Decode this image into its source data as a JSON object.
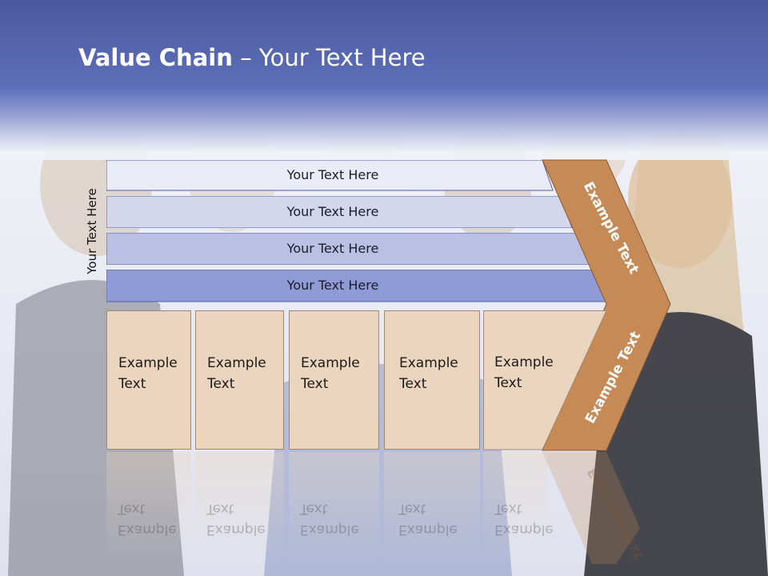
{
  "slide": {
    "title_bold": "Value Chain",
    "title_rest": " – Your Text Here",
    "side_label": "Your Text Here"
  },
  "bars": [
    {
      "label": "Your Text Here",
      "color": "#e9ebf6"
    },
    {
      "label": "Your Text Here",
      "color": "#d3d7ee"
    },
    {
      "label": "Your Text Here",
      "color": "#b9c0e4"
    },
    {
      "label": "Your Text Here",
      "color": "#8f9bd6"
    }
  ],
  "cells": [
    {
      "line1": "Example",
      "line2": "Text"
    },
    {
      "line1": "Example",
      "line2": "Text"
    },
    {
      "line1": "Example",
      "line2": "Text"
    },
    {
      "line1": "Example",
      "line2": "Text"
    },
    {
      "line1": "Example",
      "line2": "Text"
    }
  ],
  "chevron": {
    "upper_text": "Example Text",
    "lower_text": "Example Text",
    "color": "#c68a57"
  },
  "colors": {
    "header": "#5d6fba",
    "cell_fill": "#ecd5bf"
  }
}
